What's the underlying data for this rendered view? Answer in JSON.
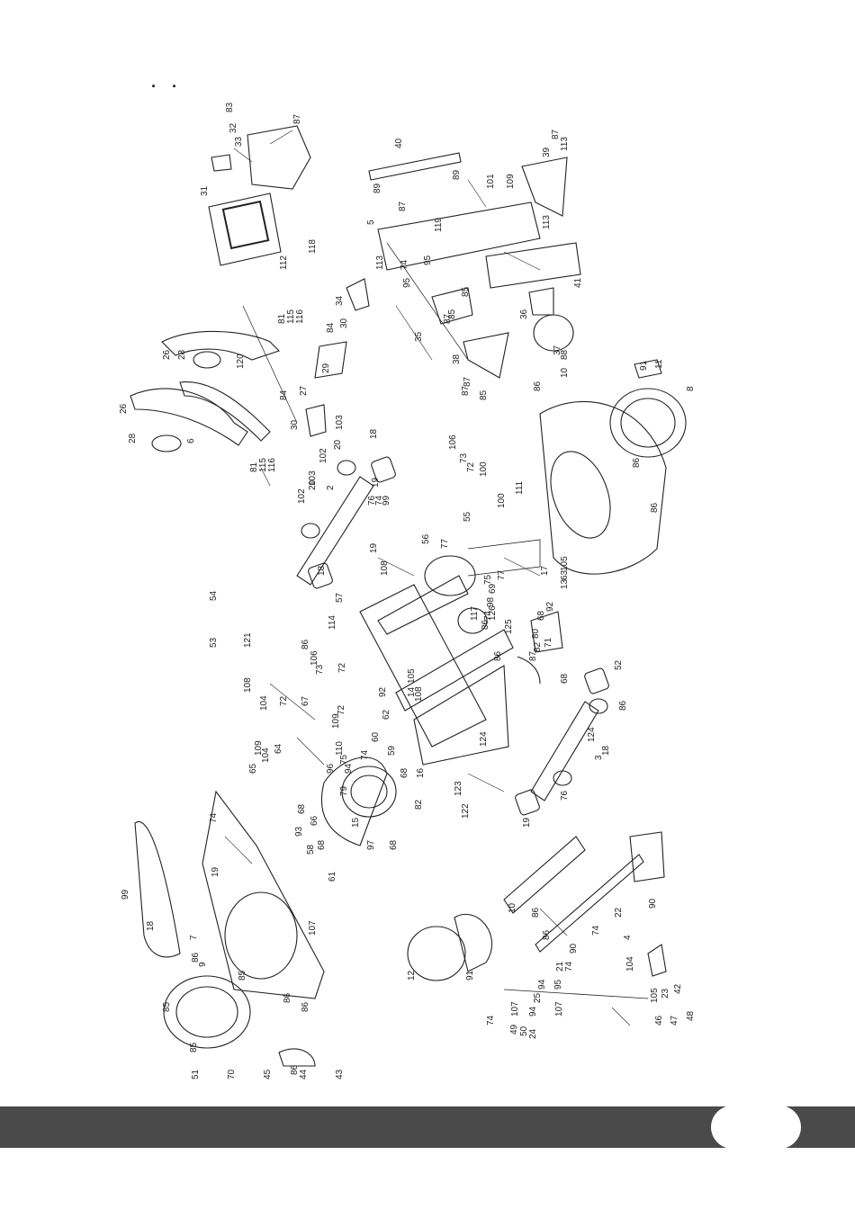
{
  "heading": "·      ·",
  "page_number": "",
  "labels": [
    "87",
    "83",
    "32",
    "33",
    "31",
    "112",
    "118",
    "40",
    "89",
    "89",
    "87",
    "119",
    "5",
    "113",
    "74",
    "95",
    "95",
    "113",
    "101",
    "109",
    "113",
    "39",
    "87",
    "41",
    "36",
    "37",
    "88",
    "85",
    "87",
    "35",
    "85",
    "87",
    "38",
    "85",
    "87",
    "34",
    "30",
    "84",
    "81",
    "115",
    "116",
    "26",
    "28",
    "120",
    "27",
    "29",
    "84",
    "30",
    "26",
    "28",
    "6",
    "81",
    "115",
    "116",
    "103",
    "20",
    "102",
    "18",
    "19",
    "102",
    "20",
    "103",
    "2",
    "76",
    "74",
    "99",
    "19",
    "18",
    "106",
    "73",
    "72",
    "100",
    "111",
    "100",
    "55",
    "56",
    "77",
    "77",
    "75",
    "98",
    "69",
    "74",
    "17",
    "92",
    "13",
    "63",
    "105",
    "108",
    "57",
    "114",
    "54",
    "53",
    "121",
    "86",
    "106",
    "73",
    "72",
    "108",
    "104",
    "72",
    "67",
    "72",
    "110",
    "109",
    "109",
    "104",
    "64",
    "65",
    "96",
    "79",
    "68",
    "66",
    "93",
    "58",
    "68",
    "94",
    "75",
    "74",
    "60",
    "59",
    "68",
    "16",
    "82",
    "68",
    "97",
    "15",
    "61",
    "107",
    "14",
    "108",
    "105",
    "92",
    "62",
    "117",
    "86",
    "126",
    "125",
    "80",
    "68",
    "71",
    "82",
    "87",
    "86",
    "124",
    "123",
    "122",
    "68",
    "52",
    "86",
    "124",
    "3",
    "18",
    "19",
    "76",
    "74",
    "99",
    "18",
    "19",
    "7",
    "86",
    "9",
    "85",
    "86",
    "86",
    "85",
    "85",
    "86",
    "86",
    "10",
    "91",
    "11",
    "8",
    "86",
    "86",
    "12",
    "91",
    "10",
    "86",
    "86",
    "21",
    "22",
    "4",
    "90",
    "74",
    "107",
    "94",
    "94",
    "25",
    "95",
    "74",
    "107",
    "90",
    "74",
    "104",
    "105",
    "23",
    "42",
    "46",
    "47",
    "48",
    "49",
    "50",
    "24",
    "51",
    "70",
    "45",
    "44",
    "43"
  ]
}
